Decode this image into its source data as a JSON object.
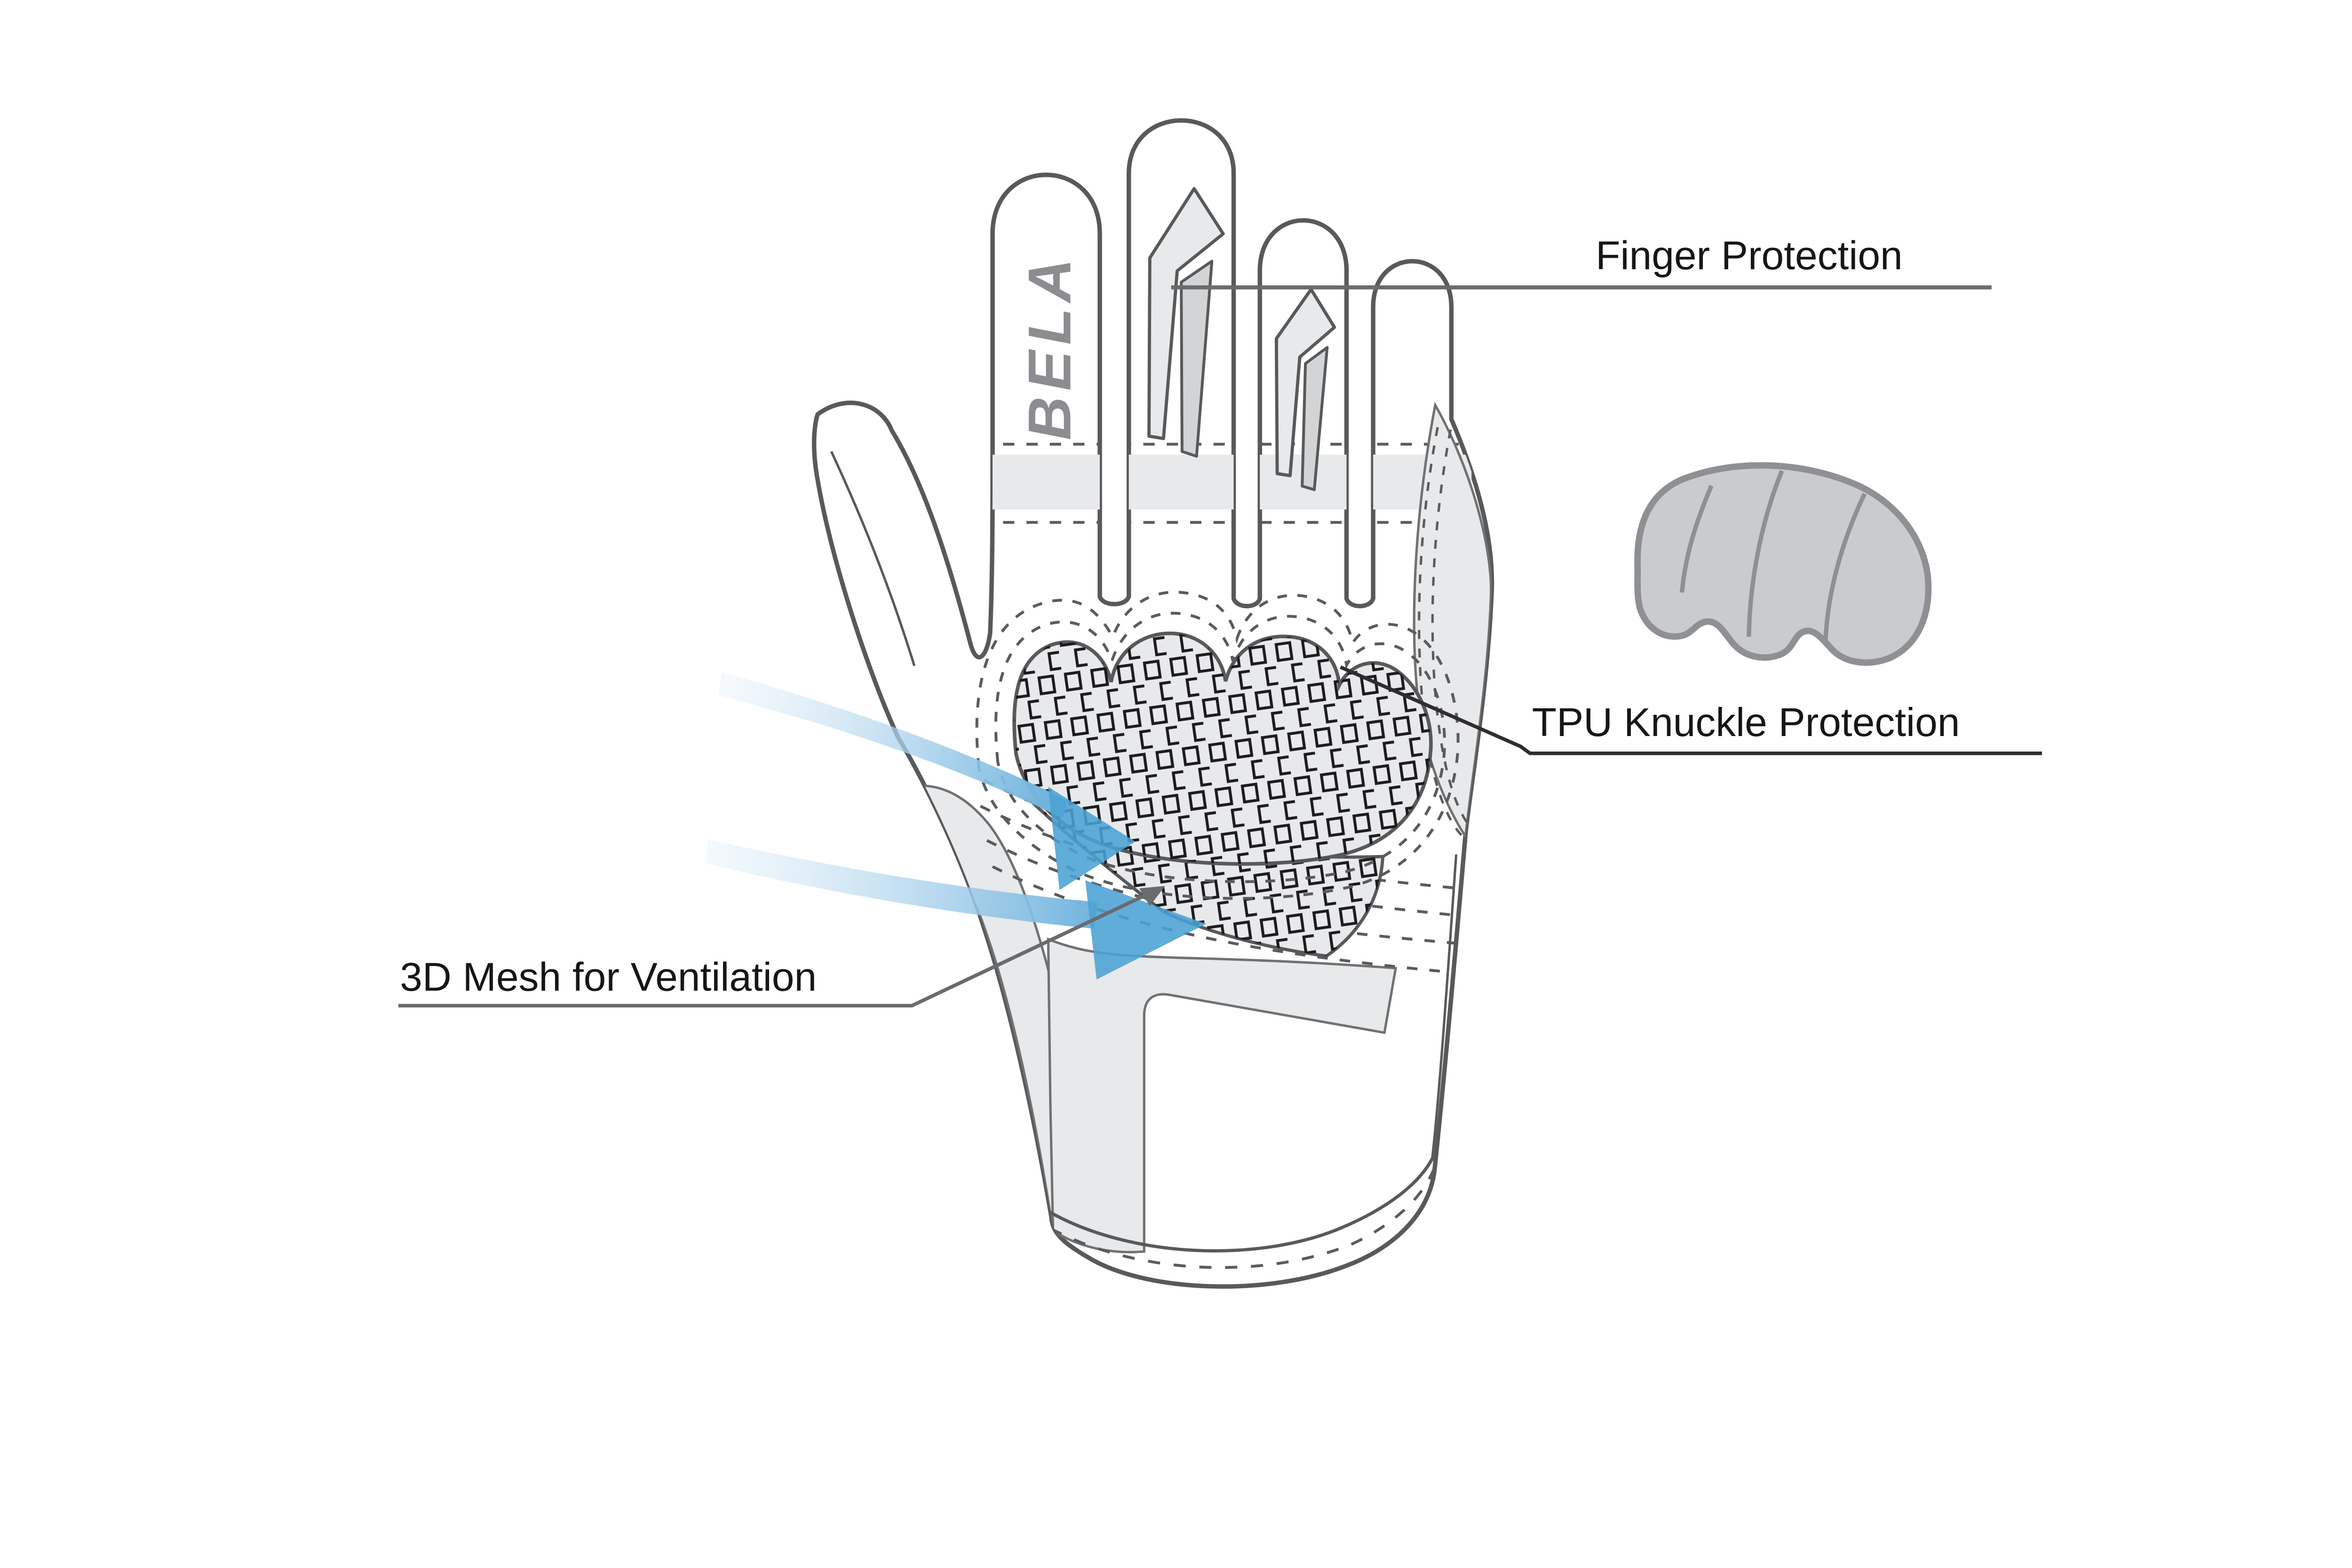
{
  "illustration": {
    "type": "product-feature-diagram",
    "subject": "motorcycle glove, back of hand view",
    "brand_logo": "BELA"
  },
  "annotations": {
    "finger_protection": {
      "label": "Finger Protection"
    },
    "tpu_knuckle_protection": {
      "label": "TPU Knuckle Protection"
    },
    "mesh_ventilation": {
      "label": "3D Mesh for Ventilation"
    }
  },
  "colors": {
    "outline": "#58595b",
    "panel_gray": "#e8e9ea",
    "protector_inner_gray": "#d2d4d6",
    "pad_gray": "#c9cbcd",
    "pad_stroke": "#8e9093",
    "logo_gray": "#8b8d90",
    "stitch_gray": "#5a5b5d",
    "leader_line": "#4a4b4d",
    "mesh_square": "#1c1c1e",
    "airflow_blue": "#4ba2d5",
    "airflow_blue_light": "#cfe6f5",
    "label_text": "#161616",
    "background": "#ffffff"
  }
}
